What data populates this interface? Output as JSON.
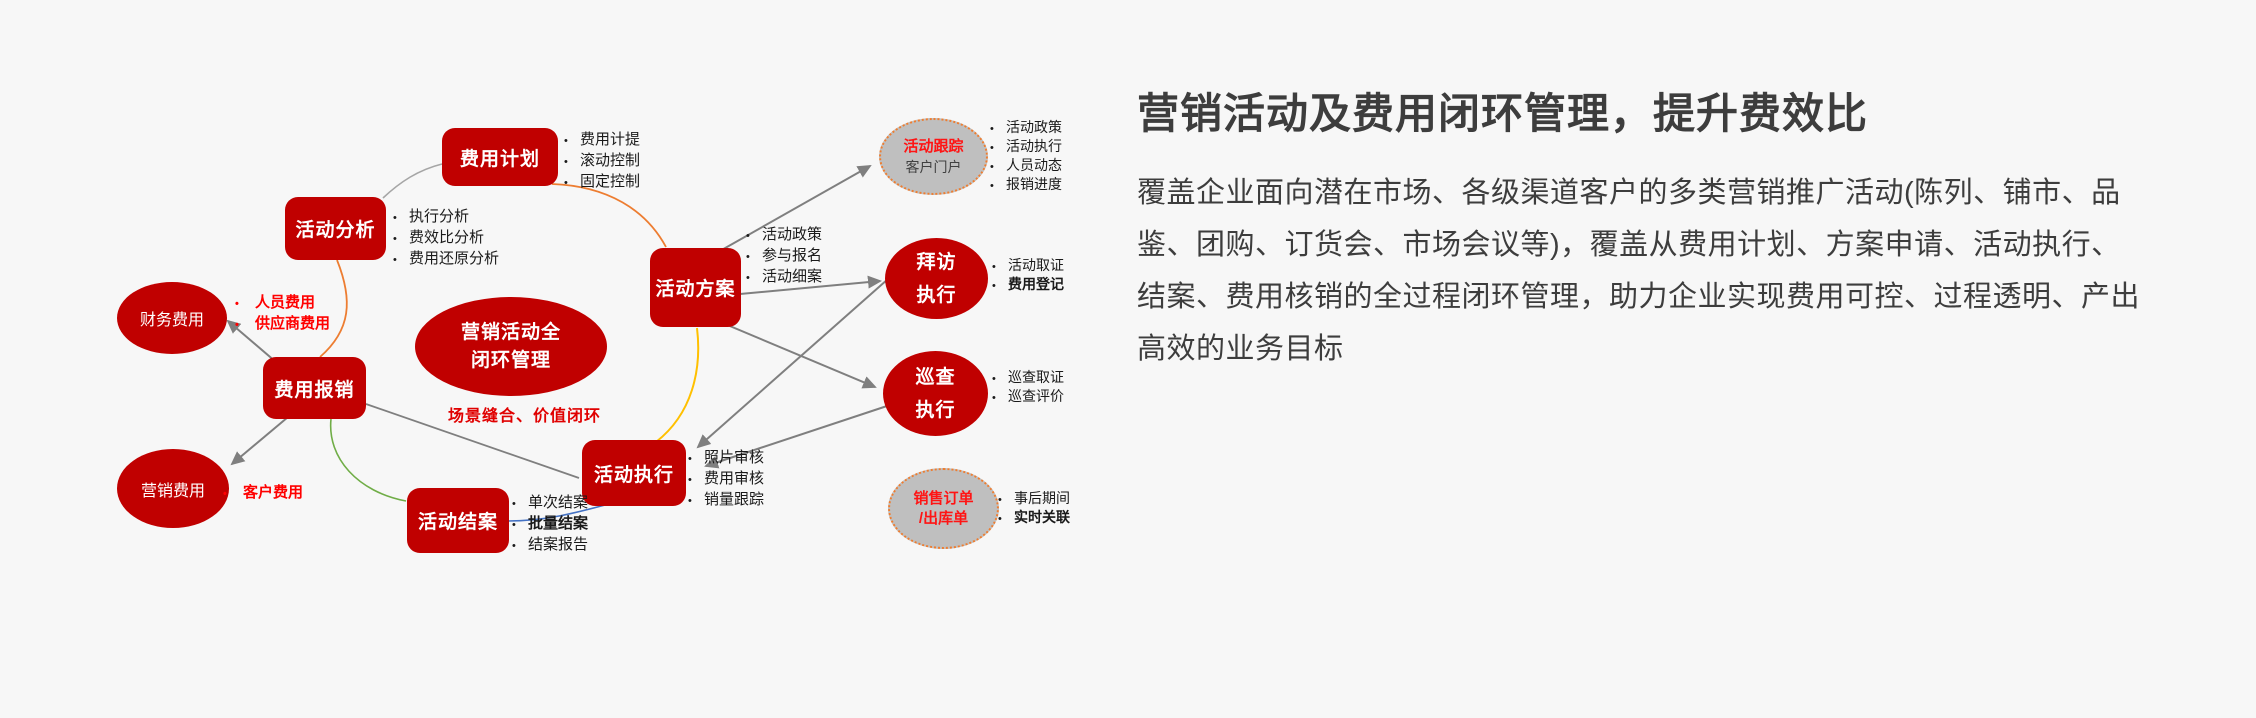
{
  "colors": {
    "background": "#f7f7f7",
    "shape_red": "#c00000",
    "bright_red_text": "#ff0000",
    "gray_ellipse_fill": "#bfbfbf",
    "dotted_border_orange": "#ed7d31",
    "connector_gray": "#808080",
    "connector_orange": "#ed7d31",
    "connector_yellow": "#ffc000",
    "connector_green": "#70ad47",
    "connector_blue": "#4472c4",
    "body_text": "#3d3d3d"
  },
  "header": {
    "title": "营销活动及费用闭环管理，提升费效比",
    "description": "覆盖企业面向潜在市场、各级渠道客户的多类营销推广活动(陈列、铺市、品鉴、团购、订货会、市场会议等)，覆盖从费用计划、方案申请、活动执行、结案、费用核销的全过程闭环管理，助力企业实现费用可控、过程透明、产出高效的业务目标"
  },
  "diagram": {
    "nodes": {
      "plan": {
        "label": "费用计划"
      },
      "analysis": {
        "label": "活动分析"
      },
      "finance": {
        "label": "财务费用"
      },
      "reimburse": {
        "label": "费用报销"
      },
      "marketing_fee": {
        "label": "营销费用"
      },
      "core": {
        "line1": "营销活动全",
        "line2": "闭环管理"
      },
      "closing": {
        "label": "活动结案"
      },
      "proposal": {
        "label": "活动方案"
      },
      "execution": {
        "label": "活动执行"
      },
      "tracking": {
        "line1": "活动跟踪",
        "line2": "客户门户"
      },
      "visit": {
        "line1": "拜访",
        "line2": "执行"
      },
      "inspection": {
        "line1": "巡查",
        "line2": "执行"
      },
      "order": {
        "line1": "销售订单",
        "line2": "/出库单"
      }
    },
    "tagline": "场景缝合、价值闭环",
    "bullets": {
      "plan": [
        "费用计提",
        "滚动控制",
        "固定控制"
      ],
      "analysis": [
        "执行分析",
        "费效比分析",
        "费用还原分析"
      ],
      "finance": [
        "人员费用",
        "供应商费用"
      ],
      "marketing_fee": [
        "客户费用"
      ],
      "closing": [
        "单次结案",
        "批量结案",
        "结案报告"
      ],
      "proposal": [
        "活动政策",
        "参与报名",
        "活动细案"
      ],
      "execution": [
        "照片审核",
        "费用审核",
        "销量跟踪"
      ],
      "tracking": [
        "活动政策",
        "活动执行",
        "人员动态",
        "报销进度"
      ],
      "visit": [
        "活动取证",
        "费用登记"
      ],
      "inspection": [
        "巡查取证",
        "巡查评价"
      ],
      "order": [
        "事后期间",
        "实时关联"
      ]
    }
  }
}
